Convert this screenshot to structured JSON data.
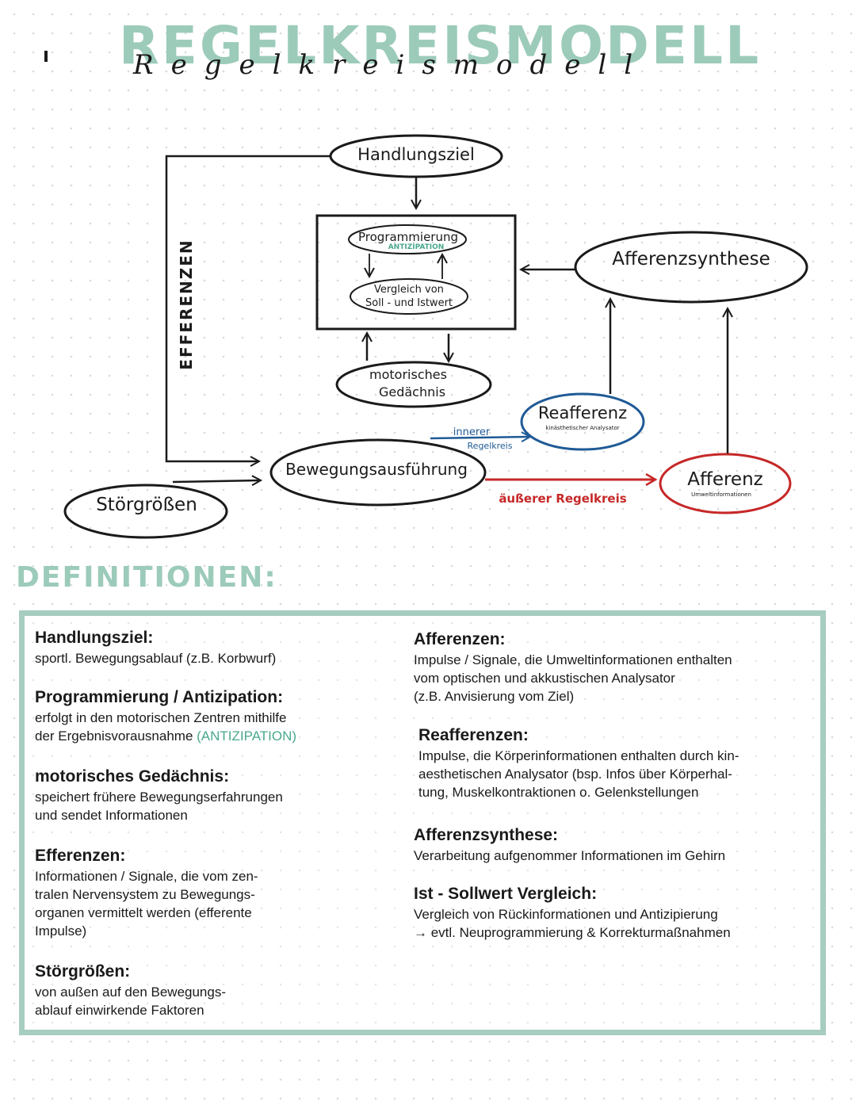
{
  "title": "REGELKREISMODELL",
  "title_script": "Regelkreismodell",
  "diagram": {
    "handlungsziel": "Handlungsziel",
    "programmierung": "Programmierung",
    "antizipation": "ANTIZIPATION",
    "vergleich_line1": "Vergleich von",
    "vergleich_line2": "Soll - und Istwert",
    "motorisches_line1": "motorisches",
    "motorisches_line2": "Gedächnis",
    "efferenzen": "EFFERENZEN",
    "afferenzsynthese": "Afferenzsynthese",
    "reafferenz": "Reafferenz",
    "reafferenz_sub": "kinästhetischer Analysator",
    "innerer_line1": "innerer",
    "innerer_line2": "Regelkreis",
    "bewegungsausfuehrung": "Bewegungsausführung",
    "afferenz": "Afferenz",
    "afferenz_sub": "Umweltinformationen",
    "aeusserer": "äußerer Regelkreis",
    "stoergroessen": "Störgrößen"
  },
  "colors": {
    "accent": "#9ccbba",
    "box_border": "#a6cdbf",
    "teal_text": "#4aa88e",
    "inner_loop": "#1f5a96",
    "outer_loop": "#c62828",
    "ink": "#1a1a1a"
  },
  "definitions_heading": "DEFINITIONEN:",
  "definitions": {
    "handlungsziel": {
      "title": "Handlungsziel:",
      "text": "sportl. Bewegungsablauf (z.B. Korbwurf)"
    },
    "programmierung": {
      "title": "Programmierung / Antizipation:",
      "text_line1": "erfolgt in den motorischen Zentren mithilfe",
      "text_line2": "der Ergebnisvorausnahme",
      "text_teal": "(ANTIZIPATION)"
    },
    "motorisches": {
      "title": "motorisches Gedächnis:",
      "text_line1": "speichert frühere Bewegungserfahrungen",
      "text_line2": "und sendet Informationen"
    },
    "efferenzen": {
      "title": "Efferenzen:",
      "text_line1": "Informationen / Signale, die vom zen-",
      "text_line2": "tralen Nervensystem zu Bewegungs-",
      "text_line3": "organen vermittelt werden (efferente",
      "text_line4": "Impulse)"
    },
    "stoergroessen": {
      "title": "Störgrößen:",
      "text_line1": "von außen auf den Bewegungs-",
      "text_line2": "ablauf einwirkende Faktoren"
    },
    "afferenzen": {
      "title": "Afferenzen:",
      "text_line1": "Impulse / Signale, die Umweltinformationen enthalten",
      "text_line2": "vom optischen und akkustischen Analysator",
      "text_line3": "(z.B. Anvisierung vom Ziel)"
    },
    "reafferenzen": {
      "title": "Reafferenzen:",
      "text_line1": "Impulse, die Körperinformationen enthalten durch kin-",
      "text_line2": "aesthetischen Analysator (bsp. Infos über Körperhal-",
      "text_line3": "tung, Muskelkontraktionen o. Gelenkstellungen"
    },
    "afferenzsynthese": {
      "title": "Afferenzsynthese:",
      "text": "Verarbeitung aufgenommer Informationen im Gehirn"
    },
    "sollwert": {
      "title": "Ist - Sollwert Vergleich:",
      "text": "Vergleich von Rückinformationen und Antizipierung",
      "text_teal": "→ evtl. Neuprogrammierung & Korrekturmaßnahmen"
    }
  }
}
